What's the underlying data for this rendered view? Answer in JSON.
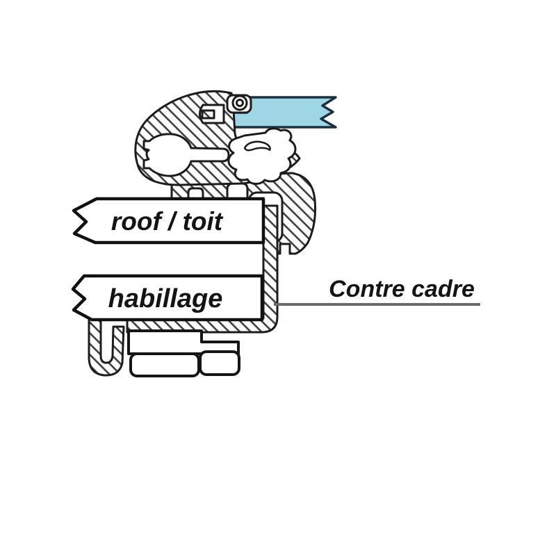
{
  "diagram": {
    "title": "seal-profile-cross-section",
    "labels": {
      "roof": "roof / toit",
      "habillage": "habillage",
      "contre_cadre": "Contre cadre"
    },
    "colors": {
      "panel_blue": "#9fd6e6",
      "panel_edge": "#1d3040",
      "leader_gray": "#6b6b6b",
      "outline_dark": "#1c1c1c",
      "background": "#ffffff"
    }
  }
}
